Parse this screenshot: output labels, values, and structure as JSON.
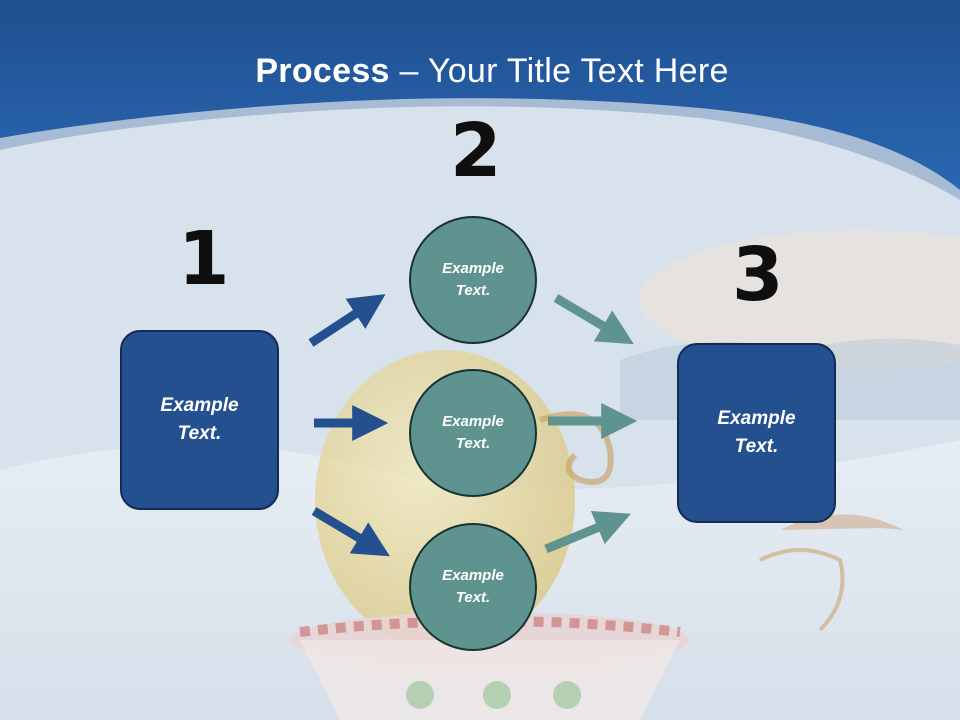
{
  "title": {
    "bold": "Process",
    "rest": " – Your Title Text Here"
  },
  "steps": {
    "one": "1",
    "two": "2",
    "three": "3"
  },
  "left_box": {
    "line1": "Example",
    "line2": "Text."
  },
  "right_box": {
    "line1": "Example",
    "line2": "Text."
  },
  "circles": [
    {
      "line1": "Example",
      "line2": "Text."
    },
    {
      "line1": "Example",
      "line2": "Text."
    },
    {
      "line1": "Example",
      "line2": "Text."
    }
  ],
  "colors": {
    "header": "#2660a8",
    "box_fill": "#24508f",
    "circle_fill": "#5f938f",
    "arrow_blue": "#24508f",
    "arrow_teal": "#5f938f"
  }
}
